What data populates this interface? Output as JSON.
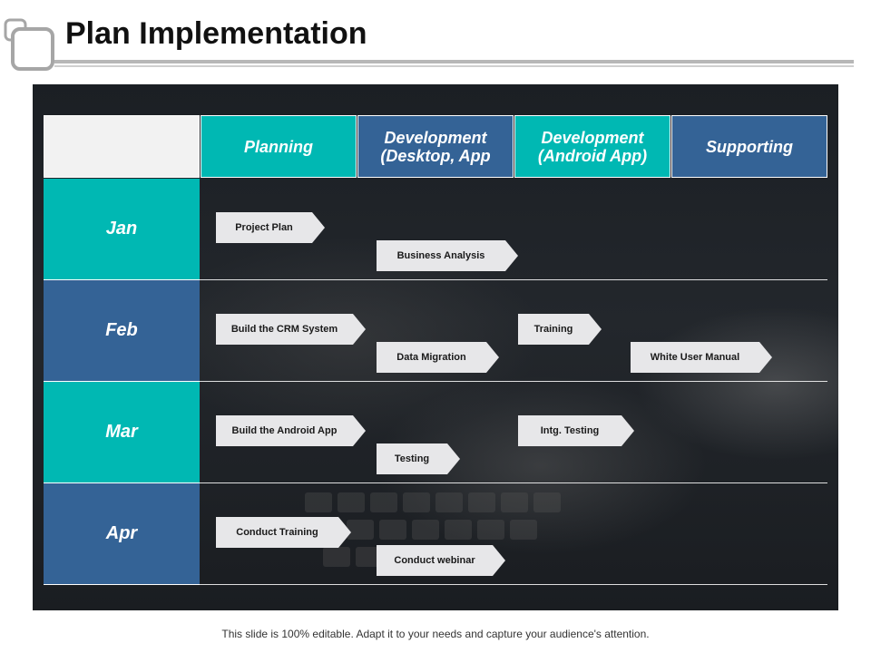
{
  "title": "Plan Implementation",
  "columns": [
    {
      "lines": [
        "Planning"
      ],
      "color": "#00b8b3"
    },
    {
      "lines": [
        "Development",
        "(Desktop, App"
      ],
      "color": "#346396"
    },
    {
      "lines": [
        "Development",
        "(Android App)"
      ],
      "color": "#00b8b3"
    },
    {
      "lines": [
        "Supporting"
      ],
      "color": "#346396"
    }
  ],
  "rows": [
    {
      "month": "Jan",
      "color": "#00b8b3"
    },
    {
      "month": "Feb",
      "color": "#346396"
    },
    {
      "month": "Mar",
      "color": "#00b8b3"
    },
    {
      "month": "Apr",
      "color": "#346396"
    }
  ],
  "tasks": [
    {
      "label": "Project Plan",
      "row": 0,
      "lane": 0,
      "col": 0
    },
    {
      "label": "Business Analysis",
      "row": 0,
      "lane": 1,
      "col": 1
    },
    {
      "label": "Build the CRM System",
      "row": 1,
      "lane": 0,
      "col": 0
    },
    {
      "label": "Training",
      "row": 1,
      "lane": 0,
      "col": 2
    },
    {
      "label": "Data Migration",
      "row": 1,
      "lane": 1,
      "col": 1
    },
    {
      "label": "White User Manual",
      "row": 1,
      "lane": 1,
      "col": 3
    },
    {
      "label": "Build the Android App",
      "row": 2,
      "lane": 0,
      "col": 0
    },
    {
      "label": "Intg. Testing",
      "row": 2,
      "lane": 0,
      "col": 2
    },
    {
      "label": "Testing",
      "row": 2,
      "lane": 1,
      "col": 1
    },
    {
      "label": "Conduct Training",
      "row": 3,
      "lane": 0,
      "col": 0
    },
    {
      "label": "Conduct webinar",
      "row": 3,
      "lane": 1,
      "col": 1
    }
  ],
  "footer": "This slide is 100% editable. Adapt it to your needs and capture your audience's attention."
}
